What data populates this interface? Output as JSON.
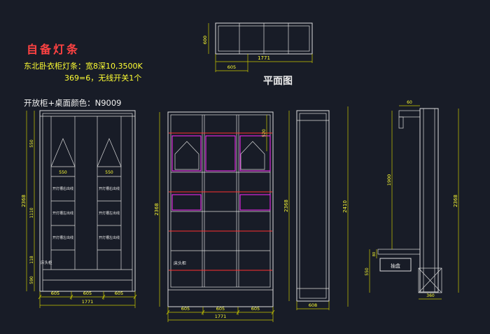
{
  "colors": {
    "background": "#181c27",
    "line_white": "#dcdcdc",
    "dimension_yellow": "#ffff33",
    "highlight_magenta": "#ff29ff",
    "highlight_red": "#ff3030",
    "title_red": "#ff4242"
  },
  "header": {
    "title": "自备灯条",
    "spec_line1": "东北卧衣柜灯条：宽8深10,3500K",
    "spec_line2": "369=6，无线开关1个",
    "color_note": "开放柜+桌面颜色：N9009"
  },
  "plan": {
    "label": "平面图",
    "depth_dim": "600",
    "segment_dim": "605",
    "total_width_dim": "1771"
  },
  "left_view": {
    "hanger_dim": "550",
    "grooves": [
      "开灯槽右出线",
      "开灯槽左出线",
      "开灯槽左出线"
    ],
    "nightstand_label": "床头柜",
    "total_height_dim": "2368",
    "height_chain": [
      "550",
      "1110",
      "118",
      "590"
    ],
    "bottom_segments": [
      "605",
      "605",
      "605"
    ],
    "bottom_total": "1771"
  },
  "middle_view": {
    "top_right_dim": "520",
    "nightstand_label": "床头柜",
    "total_height_dim": "2368",
    "bottom_segments": [
      "605",
      "605",
      "605"
    ],
    "bottom_total": "1771"
  },
  "side_view": {
    "height_dim": "2368",
    "outer_height_dim": "2410",
    "depth_dim": "608"
  },
  "right_view": {
    "top_dim": "60",
    "upper_height_dim": "1900",
    "drawer_label": "抽盒",
    "small_dim": "80",
    "lower_dim": "550",
    "total_height_dim": "2368",
    "bottom_dim": "360"
  }
}
